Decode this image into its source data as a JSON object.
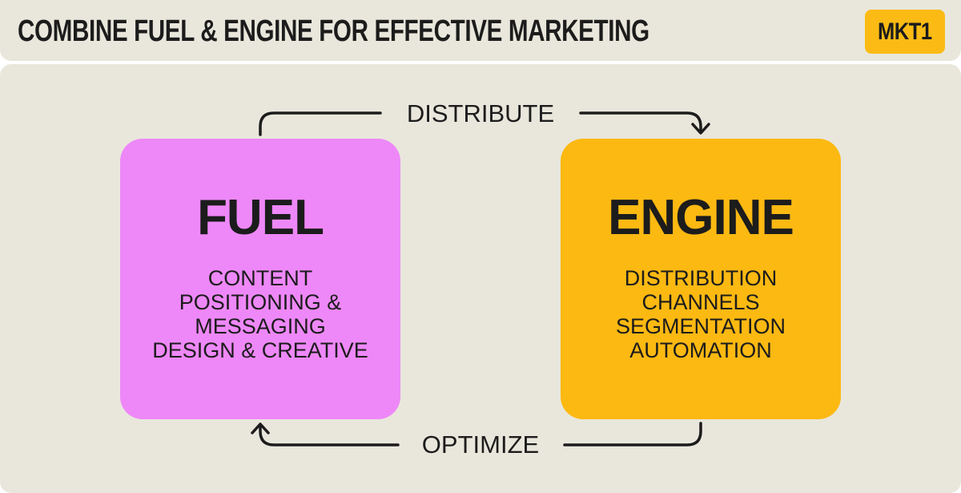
{
  "header": {
    "title": "COMBINE FUEL & ENGINE FOR EFFECTIVE MARKETING",
    "brand": "MKT1"
  },
  "flow": {
    "top_label": "DISTRIBUTE",
    "bottom_label": "OPTIMIZE"
  },
  "fuel": {
    "title": "FUEL",
    "items": [
      "CONTENT",
      "POSITIONING &",
      "MESSAGING",
      "DESIGN & CREATIVE"
    ]
  },
  "engine": {
    "title": "ENGINE",
    "items": [
      "DISTRIBUTION",
      "CHANNELS",
      "SEGMENTATION",
      "AUTOMATION"
    ]
  },
  "colors": {
    "background_panel": "#e9e7dc",
    "fuel_box": "#ee88f8",
    "engine_box": "#fcb912",
    "brand_badge": "#fbbb14",
    "text": "#1c1c1c"
  }
}
